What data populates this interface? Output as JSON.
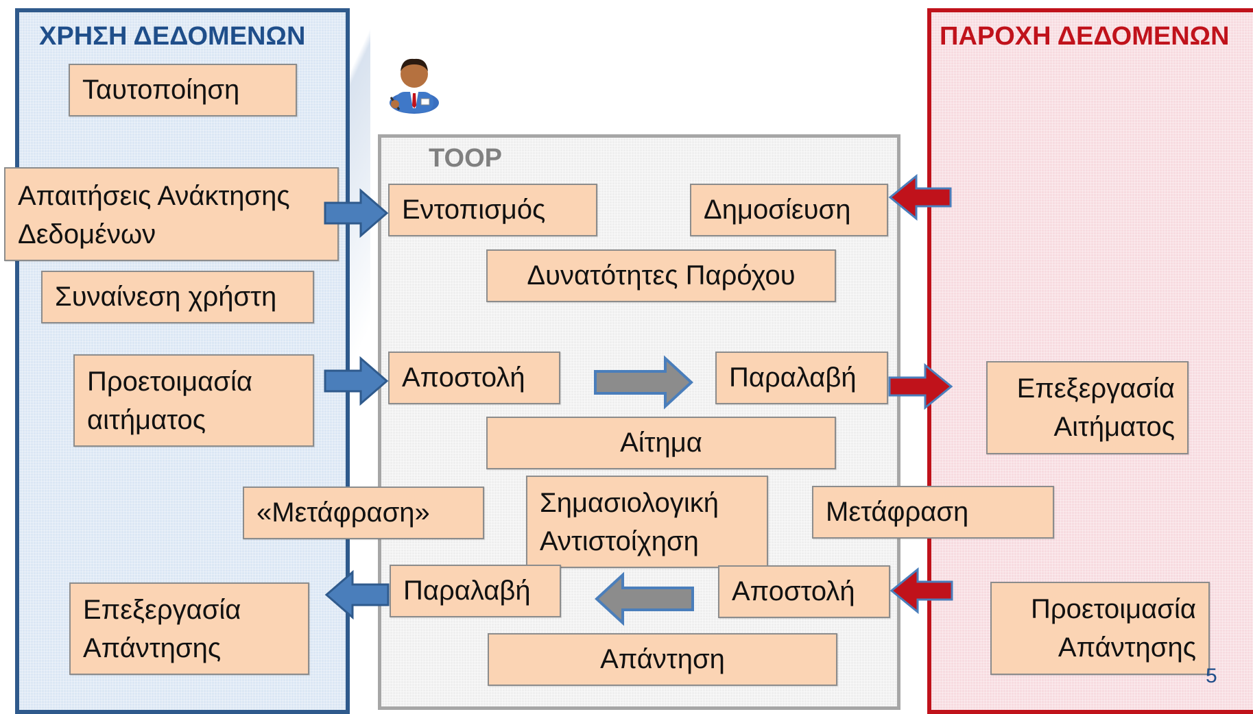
{
  "panels": {
    "left_title": "ΧΡΗΣΗ ΔΕΔΟΜΕΝΩΝ",
    "right_title": "ΠΑΡΟΧΗ ΔΕΔΟΜΕΝΩΝ",
    "middle_title": "TOOP"
  },
  "left_boxes": {
    "identification": "Ταυτοποίηση",
    "requirements_line1": "Απαιτήσεις Ανάκτησης",
    "requirements_line2": "Δεδομένων",
    "consent": "Συναίνεση χρήστη",
    "request_prep_line1": "Προετοιμασία",
    "request_prep_line2": "αιτήματος",
    "translation_quoted": "«Μετάφραση»",
    "response_proc_line1": "Επεξεργασία",
    "response_proc_line2": "Απάντησης"
  },
  "middle_boxes": {
    "discovery": "Εντοπισμός",
    "publication": "Δημοσίευση",
    "provider_capabilities": "Δυνατότητες Παρόχου",
    "send_request": "Αποστολή",
    "receive_request": "Παραλαβή",
    "request": "Αίτημα",
    "semantic_line1": "Σημασιολογική",
    "semantic_line2": "Αντιστοίχηση",
    "translation": "Μετάφραση",
    "receive_response": "Παραλαβή",
    "send_response": "Αποστολή",
    "response": "Απάντηση"
  },
  "right_boxes": {
    "request_proc_line1": "Επεξεργασία",
    "request_proc_line2": "Αιτήματος",
    "response_prep_line1": "Προετοιμασία",
    "response_prep_line2": "Απάντησης"
  },
  "page_number": "5",
  "colors": {
    "consumer_border": "#2f5a8c",
    "provider_border": "#c0121b",
    "box_fill": "#fbd4b4",
    "blue_arrow": "#4a7ebb",
    "red_arrow": "#c0121b",
    "gray_arrow": "#8c8c8c"
  },
  "icons": [
    "person-icon"
  ]
}
